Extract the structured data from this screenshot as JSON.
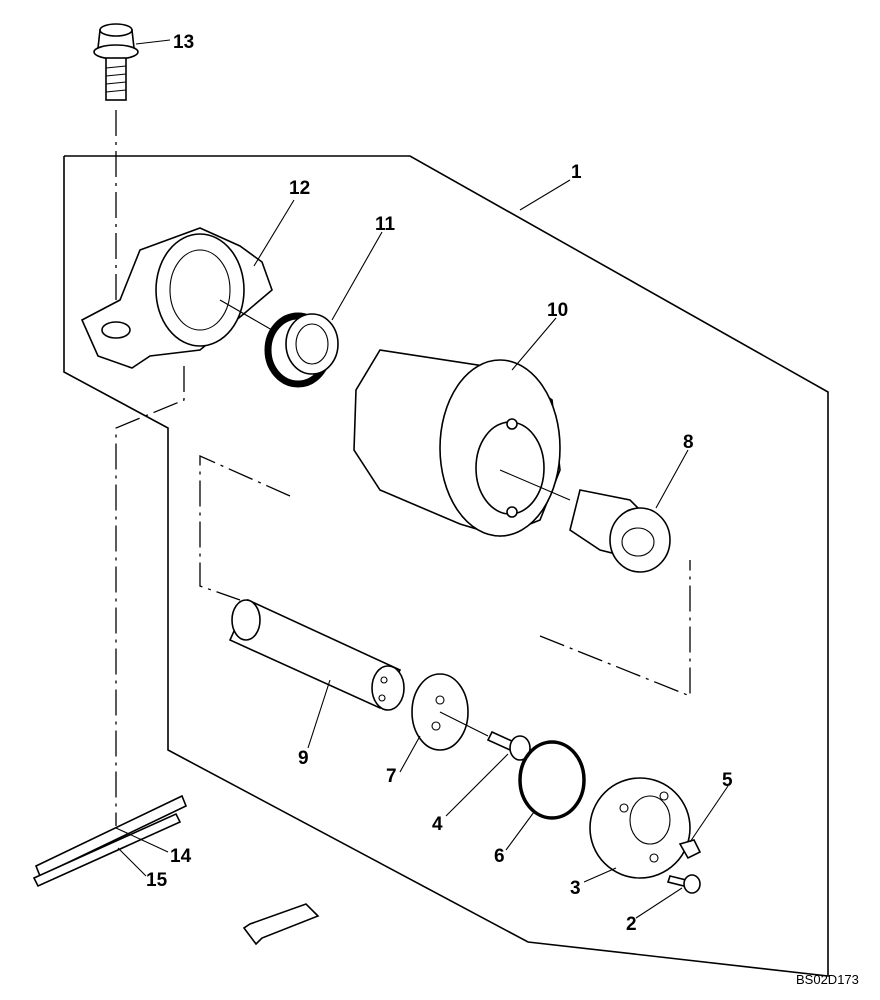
{
  "drawing_code": "BS02D173",
  "parts": [
    {
      "id": "1",
      "label": "1"
    },
    {
      "id": "2",
      "label": "2"
    },
    {
      "id": "3",
      "label": "3"
    },
    {
      "id": "4",
      "label": "4"
    },
    {
      "id": "5",
      "label": "5"
    },
    {
      "id": "6",
      "label": "6"
    },
    {
      "id": "7",
      "label": "7"
    },
    {
      "id": "8",
      "label": "8"
    },
    {
      "id": "9",
      "label": "9"
    },
    {
      "id": "10",
      "label": "10"
    },
    {
      "id": "11",
      "label": "11"
    },
    {
      "id": "12",
      "label": "12"
    },
    {
      "id": "13",
      "label": "13"
    },
    {
      "id": "14",
      "label": "14"
    },
    {
      "id": "15",
      "label": "15"
    }
  ]
}
